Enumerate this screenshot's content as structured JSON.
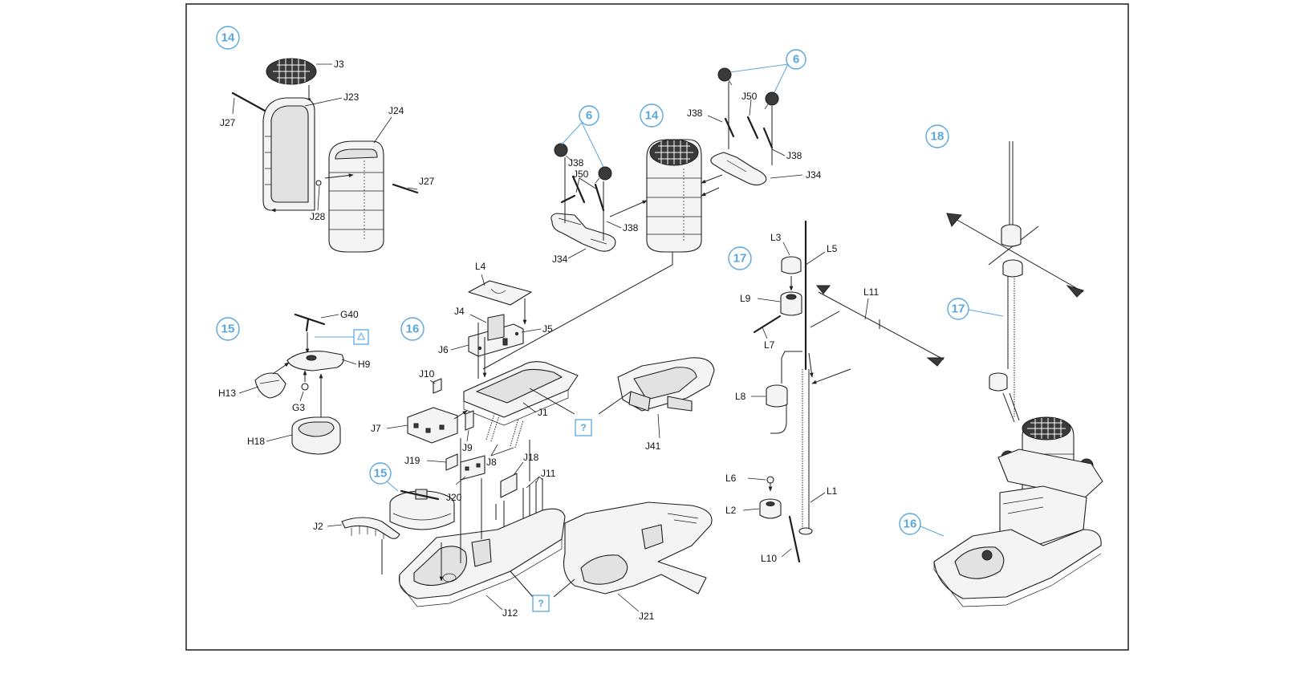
{
  "steps": {
    "s14a": "14",
    "s14b": "14",
    "s15a": "15",
    "s15b": "15",
    "s16a": "16",
    "s16b": "16",
    "s17a": "17",
    "s17b": "17",
    "s18": "18",
    "s6a": "6",
    "s6b": "6"
  },
  "refs": {
    "q1": "?",
    "q2": "?"
  },
  "labels": {
    "J3": "J3",
    "J23": "J23",
    "J27a": "J27",
    "J24": "J24",
    "J27b": "J27",
    "J28": "J28",
    "J38a": "J38",
    "J50a": "J50",
    "J38b": "J38",
    "J34a": "J34",
    "J38c": "J38",
    "J50b": "J50",
    "J38d": "J38",
    "J34b": "J34",
    "L3": "L3",
    "L5": "L5",
    "L9": "L9",
    "L11": "L11",
    "L7": "L7",
    "L8": "L8",
    "L6": "L6",
    "L2": "L2",
    "L1": "L1",
    "L10": "L10",
    "G40": "G40",
    "H9": "H9",
    "H13": "H13",
    "G3": "G3",
    "H18": "H18",
    "L4": "L4",
    "J4": "J4",
    "J5": "J5",
    "J6": "J6",
    "J10": "J10",
    "J1": "J1",
    "J7": "J7",
    "J9": "J9",
    "J8": "J8",
    "J41": "J41",
    "J19": "J19",
    "J18": "J18",
    "J11": "J11",
    "J20": "J20",
    "J2": "J2",
    "J12": "J12",
    "J21": "J21"
  }
}
